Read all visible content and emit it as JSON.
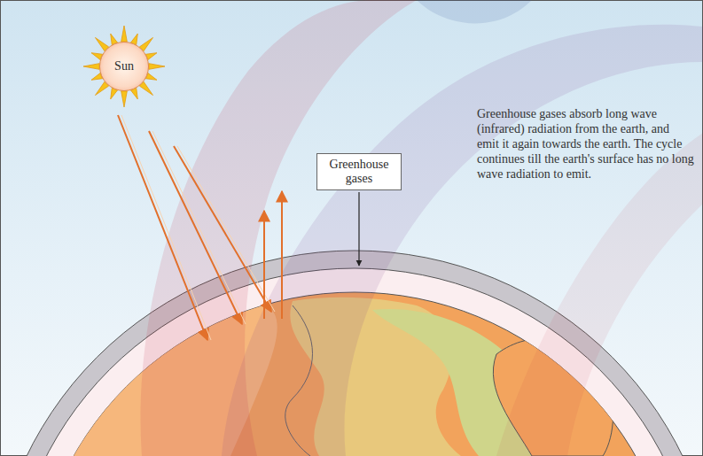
{
  "diagram": {
    "nodes": [
      {
        "text": [
          "Sun"
        ]
      },
      {
        "text": [
          "Greenhouse gases"
        ]
      }
    ],
    "labels": [
      "Greenhouse gases absorb long wave (infrared) radiation from the earth, and emit it again towards the earth. The cycle continues till the earth's surface has no long wave radiation to emit."
    ]
  }
}
